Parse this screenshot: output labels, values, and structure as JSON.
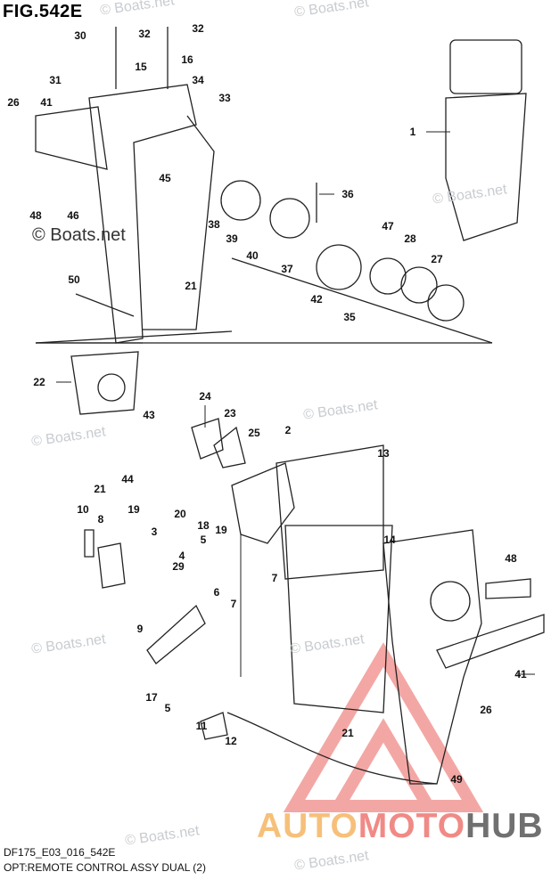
{
  "figure_title": "FIG.542E",
  "drawing_code": "DF175_E03_016_542E",
  "description": "OPT:REMOTE CONTROL ASSY DUAL (2)",
  "watermark": "© Boats.net",
  "logo": {
    "part1": "AUTO",
    "part2": "MOTO",
    "part3": "HUB"
  },
  "colors": {
    "logo_orange": "#f6c07a",
    "logo_red": "#f08a86",
    "logo_gray": "#707070"
  },
  "callouts": [
    "30",
    "32",
    "32",
    "15",
    "16",
    "31",
    "34",
    "33",
    "26",
    "41",
    "1",
    "45",
    "36",
    "48",
    "46",
    "38",
    "39",
    "40",
    "47",
    "28",
    "27",
    "37",
    "42",
    "35",
    "21",
    "50",
    "22",
    "24",
    "43",
    "23",
    "25",
    "2",
    "13",
    "21",
    "44",
    "20",
    "18",
    "19",
    "19",
    "10",
    "8",
    "3",
    "5",
    "4",
    "14",
    "48",
    "29",
    "7",
    "6",
    "7",
    "9",
    "41",
    "17",
    "5",
    "26",
    "11",
    "12",
    "21",
    "49"
  ]
}
